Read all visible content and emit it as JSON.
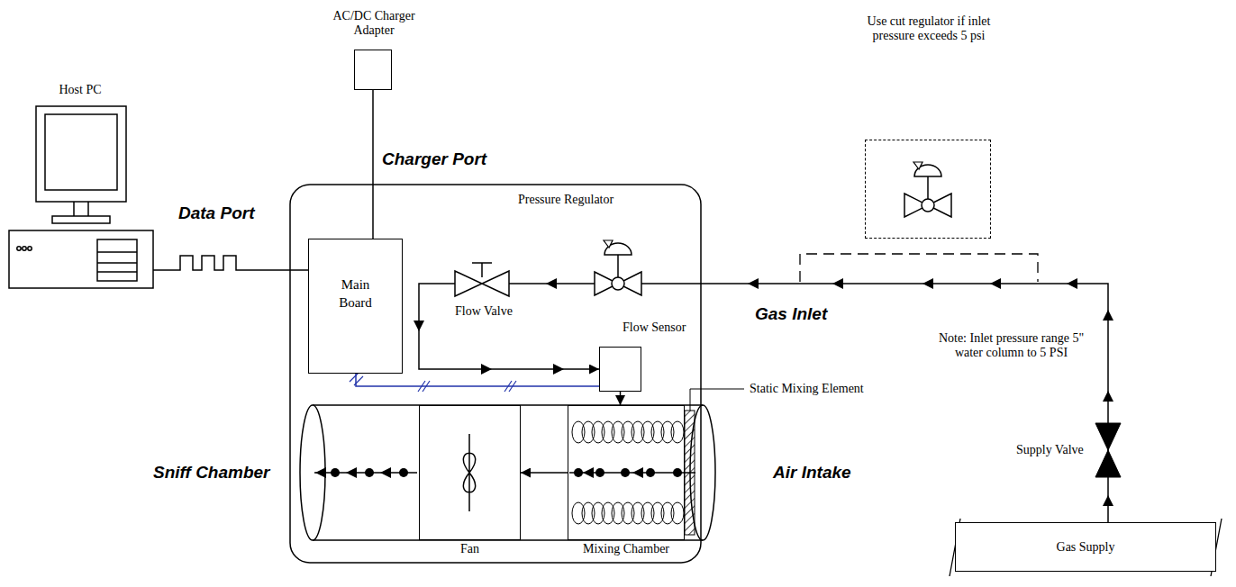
{
  "diagram": {
    "nodes": [
      {
        "text": [
          "Host PC"
        ]
      },
      {
        "text": [
          "AC/DC Charger Adapter"
        ]
      },
      {
        "text": [
          "Main Board"
        ]
      },
      {
        "text": [
          "Use cut regulator if inlet pressure exceeds 5 psi"
        ]
      },
      {
        "text": [
          "Flow Sensor"
        ]
      },
      {
        "text": [
          "Fan"
        ]
      },
      {
        "text": [
          "Mixing Chamber"
        ]
      },
      {
        "text": [
          "Gas Supply"
        ]
      }
    ],
    "edges": [
      {
        "from": 0,
        "to": 2,
        "arrow": "none",
        "label": "Data Port"
      },
      {
        "from": 1,
        "to": 2,
        "arrow": "none",
        "label": "Charger Port"
      },
      {
        "from": 7,
        "to": 4,
        "arrow": "to"
      },
      {
        "from": 4,
        "to": 2,
        "arrow": "none"
      },
      {
        "from": 4,
        "to": 6,
        "arrow": "to"
      },
      {
        "from": 6,
        "to": 5,
        "arrow": "to"
      }
    ],
    "labels": [
      "Pressure Regulator",
      "Flow Valve",
      "Gas Inlet",
      "Note: Inlet pressure range 5\" water column to 5 PSI",
      "Static Mixing Element",
      "Supply Valve",
      "Sniff Chamber",
      "Air Intake"
    ]
  }
}
